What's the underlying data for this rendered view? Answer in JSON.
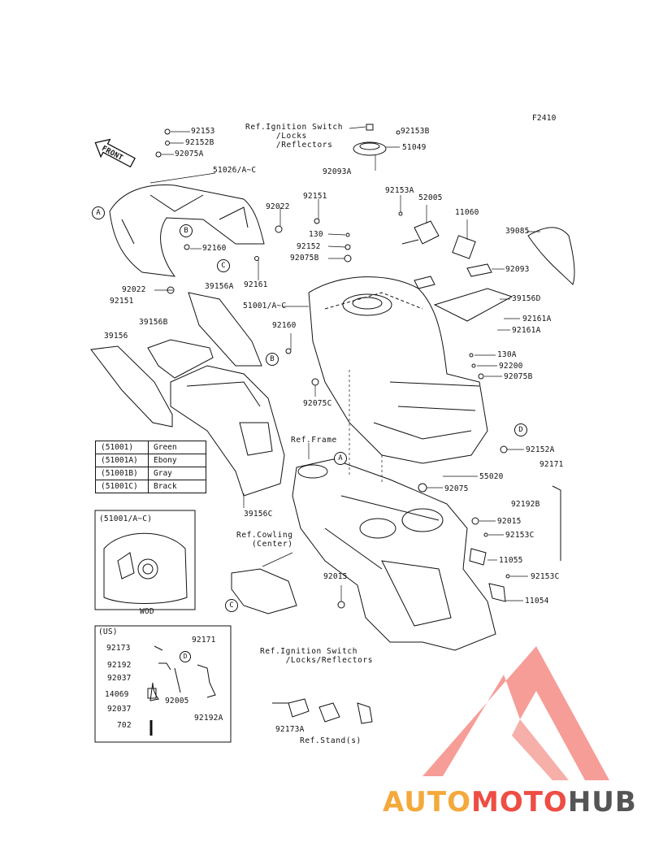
{
  "figure_code": "F2410",
  "front_label": "FRONT",
  "colors": {
    "line": "#111111",
    "logo_red": "#ee4d43",
    "logo_orange": "#f4a93c",
    "logo_gray": "#555555"
  },
  "refs": {
    "ignition_top": "Ref.Ignition Switch\n      /Locks\n      /Reflectors",
    "frame": "Ref.Frame",
    "cowling": "Ref.Cowling\n   (Center)",
    "ignition_bottom": "Ref.Ignition Switch\n     /Locks/Reflectors",
    "stand": "Ref.Stand(s)"
  },
  "parts": [
    {
      "id": "p1",
      "text": "92153"
    },
    {
      "id": "p2",
      "text": "92152B"
    },
    {
      "id": "p3",
      "text": "92075A"
    },
    {
      "id": "p4",
      "text": "51026/A~C"
    },
    {
      "id": "p5",
      "text": "92022"
    },
    {
      "id": "p6",
      "text": "92151"
    },
    {
      "id": "p7",
      "text": "130"
    },
    {
      "id": "p8",
      "text": "92152"
    },
    {
      "id": "p9",
      "text": "92075B"
    },
    {
      "id": "p10",
      "text": "92160"
    },
    {
      "id": "p11",
      "text": "92161"
    },
    {
      "id": "p12",
      "text": "92022"
    },
    {
      "id": "p13",
      "text": "92151"
    },
    {
      "id": "p14",
      "text": "39156A"
    },
    {
      "id": "p15",
      "text": "39156B"
    },
    {
      "id": "p16",
      "text": "39156"
    },
    {
      "id": "p17",
      "text": "51001/A~C"
    },
    {
      "id": "p18",
      "text": "92160"
    },
    {
      "id": "p19",
      "text": "92075C"
    },
    {
      "id": "p20",
      "text": "39156C"
    },
    {
      "id": "p21",
      "text": "92153B"
    },
    {
      "id": "p22",
      "text": "51049"
    },
    {
      "id": "p23",
      "text": "92093A"
    },
    {
      "id": "p24",
      "text": "92153A"
    },
    {
      "id": "p25",
      "text": "52005"
    },
    {
      "id": "p26",
      "text": "11060"
    },
    {
      "id": "p27",
      "text": "39085"
    },
    {
      "id": "p28",
      "text": "92093"
    },
    {
      "id": "p29",
      "text": "39156D"
    },
    {
      "id": "p30",
      "text": "92161A"
    },
    {
      "id": "p31",
      "text": "92161A"
    },
    {
      "id": "p32",
      "text": "130A"
    },
    {
      "id": "p33",
      "text": "92200"
    },
    {
      "id": "p34",
      "text": "92075B"
    },
    {
      "id": "p35",
      "text": "92152A"
    },
    {
      "id": "p36",
      "text": "92171"
    },
    {
      "id": "p37",
      "text": "55020"
    },
    {
      "id": "p38",
      "text": "92075"
    },
    {
      "id": "p39",
      "text": "92192B"
    },
    {
      "id": "p40",
      "text": "92015"
    },
    {
      "id": "p41",
      "text": "92153C"
    },
    {
      "id": "p42",
      "text": "11055"
    },
    {
      "id": "p43",
      "text": "92153C"
    },
    {
      "id": "p44",
      "text": "11054"
    },
    {
      "id": "p45",
      "text": "92015"
    }
  ],
  "callouts": {
    "a1": "A",
    "b1": "B",
    "c1": "C",
    "b2": "B",
    "d1": "D",
    "a2": "A",
    "c2": "C",
    "d2": "D"
  },
  "color_table": [
    {
      "code": "(51001)",
      "color": "Green"
    },
    {
      "code": "(51001A)",
      "color": "Ebony"
    },
    {
      "code": "(51001B)",
      "color": "Gray"
    },
    {
      "code": "(51001C)",
      "color": "Brack"
    }
  ],
  "inset_tank": {
    "title": "(51001/A~C)",
    "caption": "WOD"
  },
  "us_box": {
    "title": "(US)",
    "parts": [
      {
        "id": "u1",
        "text": "92173"
      },
      {
        "id": "u2",
        "text": "92192"
      },
      {
        "id": "u3",
        "text": "92037"
      },
      {
        "id": "u4",
        "text": "14069"
      },
      {
        "id": "u5",
        "text": "92037"
      },
      {
        "id": "u6",
        "text": "702"
      },
      {
        "id": "u7",
        "text": "92171"
      },
      {
        "id": "u8",
        "text": "92005"
      },
      {
        "id": "u9",
        "text": "92192A"
      }
    ]
  },
  "bottom_parts": [
    {
      "id": "b1",
      "text": "92173A"
    }
  ],
  "brand": {
    "part1": "AUTO",
    "part2": "MOTO",
    "part3": "HUB"
  }
}
